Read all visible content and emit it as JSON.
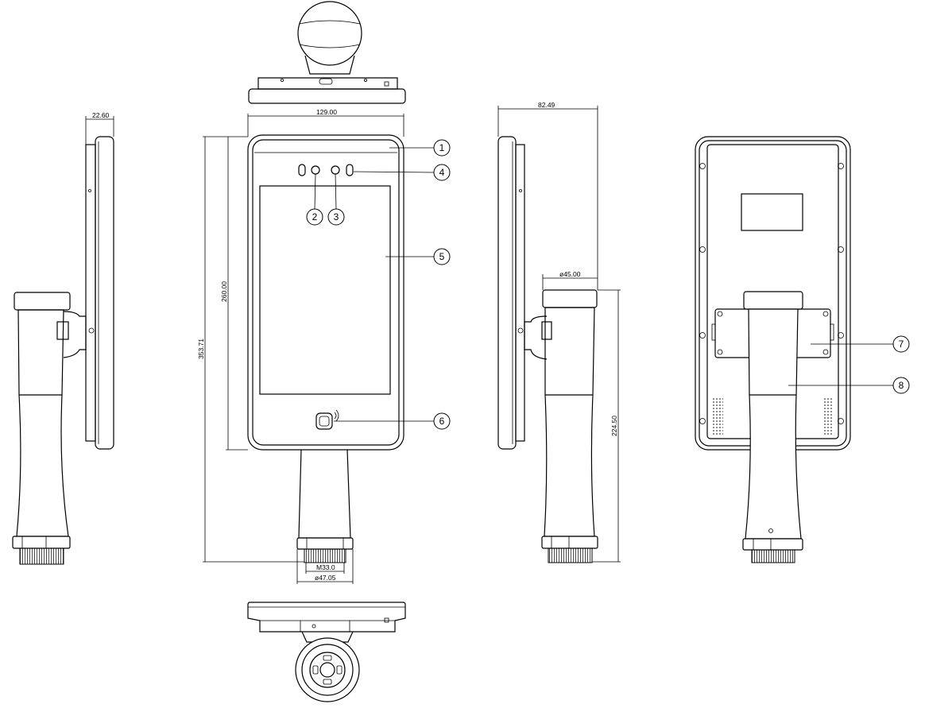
{
  "left_side_view": {
    "depth_dim": "22.60"
  },
  "front_view": {
    "width_dim": "129.00",
    "panel_height_dim": "260.00",
    "total_height_dim": "353.71",
    "thread_dim": "M33.0",
    "base_diameter_dim": "ø47.05"
  },
  "right_side_view": {
    "depth_dim": "82.49",
    "pole_diameter_dim": "ø45.00",
    "pole_height_dim": "224.50"
  },
  "callouts": [
    "1",
    "2",
    "3",
    "4",
    "5",
    "6",
    "7",
    "8"
  ],
  "colors": {
    "line": "#000000",
    "background": "#ffffff"
  }
}
